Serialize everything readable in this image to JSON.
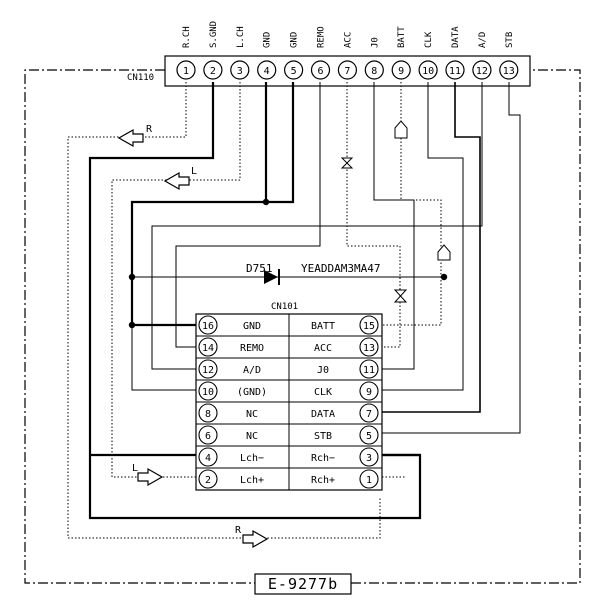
{
  "cn110": {
    "name": "CN110",
    "pins": [
      {
        "num": "1",
        "label": "R.CH"
      },
      {
        "num": "2",
        "label": "S.GND"
      },
      {
        "num": "3",
        "label": "L.CH"
      },
      {
        "num": "4",
        "label": "GND"
      },
      {
        "num": "5",
        "label": "GND"
      },
      {
        "num": "6",
        "label": "REMO"
      },
      {
        "num": "7",
        "label": "ACC"
      },
      {
        "num": "8",
        "label": "J0"
      },
      {
        "num": "9",
        "label": "BATT"
      },
      {
        "num": "10",
        "label": "CLK"
      },
      {
        "num": "11",
        "label": "DATA"
      },
      {
        "num": "12",
        "label": "A/D"
      },
      {
        "num": "13",
        "label": "STB"
      }
    ]
  },
  "cn101": {
    "name": "CN101",
    "rows": [
      {
        "lnum": "16",
        "llabel": "GND",
        "rlabel": "BATT",
        "rnum": "15"
      },
      {
        "lnum": "14",
        "llabel": "REMO",
        "rlabel": "ACC",
        "rnum": "13"
      },
      {
        "lnum": "12",
        "llabel": "A/D",
        "rlabel": "J0",
        "rnum": "11"
      },
      {
        "lnum": "10",
        "llabel": "(GND)",
        "rlabel": "CLK",
        "rnum": "9"
      },
      {
        "lnum": "8",
        "llabel": "NC",
        "rlabel": "DATA",
        "rnum": "7"
      },
      {
        "lnum": "6",
        "llabel": "NC",
        "rlabel": "STB",
        "rnum": "5"
      },
      {
        "lnum": "4",
        "llabel": "Lch−",
        "rlabel": "Rch−",
        "rnum": "3"
      },
      {
        "lnum": "2",
        "llabel": "Lch+",
        "rlabel": "Rch+",
        "rnum": "1"
      }
    ]
  },
  "diode": {
    "ref": "D751",
    "part": "YEADDAM3MA47"
  },
  "signals": {
    "r_top": "R",
    "l_top": "L",
    "l_bottom": "L",
    "r_bottom": "R"
  },
  "code": "E-9277b"
}
